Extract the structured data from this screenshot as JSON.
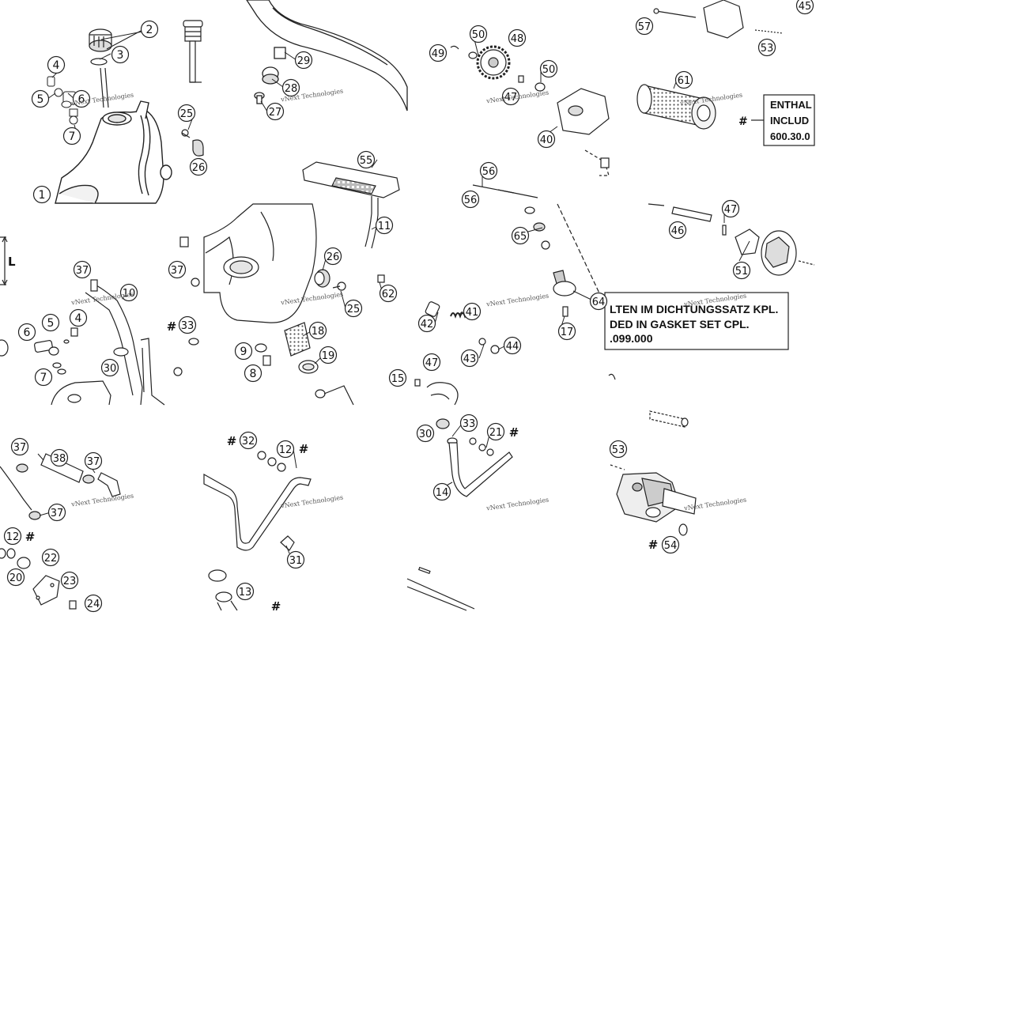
{
  "watermark": "vNext Technologies",
  "hash_symbol": "#",
  "length_label": "L",
  "note": {
    "lines": [
      "ENTHAL",
      "INCLUD",
      "600.30.0"
    ]
  },
  "note_fragment": {
    "lines": [
      "LTEN IM DICHTUNGSSATZ KPL.",
      "DED IN GASKET SET CPL.",
      ".099.000"
    ]
  },
  "tiles": [
    {
      "id": "t1",
      "callouts": [
        "1",
        "2",
        "3",
        "4",
        "5",
        "6",
        "7",
        "25",
        "26"
      ]
    },
    {
      "id": "t2",
      "callouts": [
        "27",
        "28",
        "29"
      ]
    },
    {
      "id": "t3",
      "callouts": [
        "40",
        "47",
        "48",
        "49",
        "50",
        "50"
      ]
    },
    {
      "id": "t4",
      "callouts": [
        "45",
        "53",
        "57",
        "61"
      ]
    },
    {
      "id": "t5",
      "callouts": [
        "4",
        "5",
        "6",
        "7",
        "10",
        "30",
        "37"
      ]
    },
    {
      "id": "t6",
      "callouts": [
        "8",
        "9",
        "11",
        "18",
        "19",
        "25",
        "26",
        "33",
        "37",
        "55",
        "62"
      ]
    },
    {
      "id": "t7",
      "callouts": [
        "15",
        "17",
        "41",
        "42",
        "43",
        "44",
        "47",
        "56",
        "56",
        "64",
        "65"
      ]
    },
    {
      "id": "t8",
      "callouts": [
        "46",
        "47",
        "51"
      ]
    },
    {
      "id": "t9",
      "callouts": [
        "12",
        "20",
        "22",
        "23",
        "24",
        "37",
        "37",
        "37",
        "38"
      ]
    },
    {
      "id": "t10",
      "callouts": [
        "12",
        "13",
        "31",
        "32"
      ]
    },
    {
      "id": "t11",
      "callouts": [
        "14",
        "21",
        "30",
        "33"
      ]
    },
    {
      "id": "t12",
      "callouts": [
        "53",
        "54"
      ]
    }
  ]
}
